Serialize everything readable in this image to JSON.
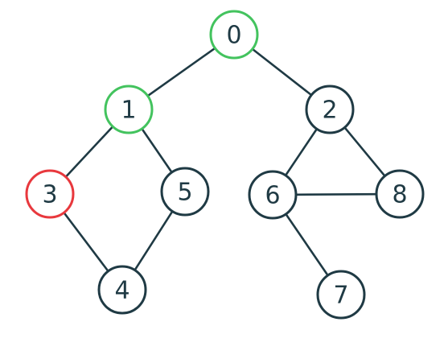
{
  "colors": {
    "default_stroke": "#1f3a44",
    "visited_stroke": "#43c35e",
    "current_stroke": "#e8383d",
    "label_color": "#1f3a44",
    "background": "#ffffff"
  },
  "graph": {
    "nodes": [
      {
        "id": "0",
        "label": "0",
        "state": "visited"
      },
      {
        "id": "1",
        "label": "1",
        "state": "visited"
      },
      {
        "id": "2",
        "label": "2",
        "state": "default"
      },
      {
        "id": "3",
        "label": "3",
        "state": "current"
      },
      {
        "id": "4",
        "label": "4",
        "state": "default"
      },
      {
        "id": "5",
        "label": "5",
        "state": "default"
      },
      {
        "id": "6",
        "label": "6",
        "state": "default"
      },
      {
        "id": "7",
        "label": "7",
        "state": "default"
      },
      {
        "id": "8",
        "label": "8",
        "state": "default"
      }
    ],
    "edges": [
      {
        "from": "0",
        "to": "1"
      },
      {
        "from": "0",
        "to": "2"
      },
      {
        "from": "1",
        "to": "3"
      },
      {
        "from": "1",
        "to": "5"
      },
      {
        "from": "3",
        "to": "4"
      },
      {
        "from": "5",
        "to": "4"
      },
      {
        "from": "2",
        "to": "6"
      },
      {
        "from": "2",
        "to": "8"
      },
      {
        "from": "6",
        "to": "8"
      },
      {
        "from": "6",
        "to": "7"
      }
    ]
  }
}
